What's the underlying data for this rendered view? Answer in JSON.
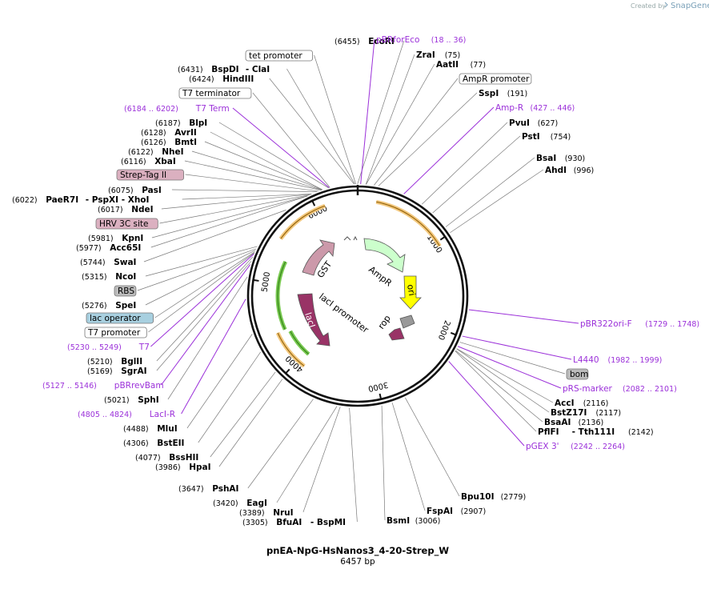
{
  "credit": {
    "created_by": "Created by",
    "brand": "SnapGene"
  },
  "plasmid": {
    "name": "pnEA-NpG-HsNanos3_4-20-Strep_W",
    "length_label": "6457 bp",
    "length": 6457
  },
  "colors": {
    "backbone": "#111111",
    "enzyme_line": "#7a7a7a",
    "primer": "#9b30d9",
    "ampr": "#ccffcc",
    "ori": "#ffff00",
    "laci": "#993366",
    "gst": "#cc99aa",
    "rop": "#999999",
    "orange_arc": "#f2c77d",
    "green_arc": "#78c850"
  },
  "tick_labels": [
    "1000",
    "2000",
    "3000",
    "4000",
    "5000",
    "6000"
  ],
  "features_inner": {
    "ampr": "AmpR",
    "ori": "ori",
    "rop": "rop",
    "laci": "lacI",
    "laci_promoter": "lacI promoter",
    "gst": "GST"
  },
  "labels": [
    {
      "pos": "(6455)",
      "name": "EcoRI",
      "kind": "enzyme"
    },
    {
      "name": "pBRforEco",
      "pos": "(18 .. 36)",
      "kind": "primer"
    },
    {
      "name": "tet promoter",
      "kind": "box-white"
    },
    {
      "name": "ZraI",
      "pos": "(75)",
      "kind": "enzyme"
    },
    {
      "pos": "(6431)",
      "name": "BspDI",
      "extra": "- ClaI",
      "kind": "enzyme"
    },
    {
      "name": "AatII",
      "pos": "(77)",
      "kind": "enzyme"
    },
    {
      "pos": "(6424)",
      "name": "HindIII",
      "kind": "enzyme"
    },
    {
      "name": "AmpR promoter",
      "kind": "box-white"
    },
    {
      "name": "T7 terminator",
      "kind": "box-white"
    },
    {
      "name": "SspI",
      "pos": "(191)",
      "kind": "enzyme"
    },
    {
      "pos": "(6184 .. 6202)",
      "name": "T7 Term",
      "kind": "primer"
    },
    {
      "name": "Amp-R",
      "pos": "(427 .. 446)",
      "kind": "primer"
    },
    {
      "pos": "(6187)",
      "name": "BlpI",
      "kind": "enzyme"
    },
    {
      "name": "PvuI",
      "pos": "(627)",
      "kind": "enzyme"
    },
    {
      "pos": "(6128)",
      "name": "AvrII",
      "kind": "enzyme"
    },
    {
      "name": "PstI",
      "pos": "(754)",
      "kind": "enzyme"
    },
    {
      "pos": "(6126)",
      "name": "BmtI",
      "kind": "enzyme"
    },
    {
      "pos": "(6122)",
      "name": "NheI",
      "kind": "enzyme"
    },
    {
      "name": "BsaI",
      "pos": "(930)",
      "kind": "enzyme"
    },
    {
      "pos": "(6116)",
      "name": "XbaI",
      "kind": "enzyme"
    },
    {
      "name": "AhdI",
      "pos": "(996)",
      "kind": "enzyme"
    },
    {
      "name": "Strep-Tag II",
      "kind": "box-pink"
    },
    {
      "pos": "(6075)",
      "name": "PasI",
      "kind": "enzyme"
    },
    {
      "pos": "(6022)",
      "name": "PaeR7I",
      "extra": "- PspXI   - XhoI",
      "kind": "enzyme"
    },
    {
      "pos": "(6017)",
      "name": "NdeI",
      "kind": "enzyme"
    },
    {
      "name": "HRV 3C site",
      "kind": "box-pink"
    },
    {
      "pos": "(5981)",
      "name": "KpnI",
      "kind": "enzyme"
    },
    {
      "pos": "(5977)",
      "name": "Acc65I",
      "kind": "enzyme"
    },
    {
      "pos": "(5744)",
      "name": "SwaI",
      "kind": "enzyme"
    },
    {
      "pos": "(5315)",
      "name": "NcoI",
      "kind": "enzyme"
    },
    {
      "name": "RBS",
      "kind": "box-gray"
    },
    {
      "pos": "(5276)",
      "name": "SpeI",
      "kind": "enzyme"
    },
    {
      "name": "lac operator",
      "kind": "box-blue"
    },
    {
      "name": "pBR322ori-F",
      "pos": "(1729 .. 1748)",
      "kind": "primer"
    },
    {
      "name": "T7 promoter",
      "kind": "box-white"
    },
    {
      "pos": "(5230 .. 5249)",
      "name": "T7",
      "kind": "primer"
    },
    {
      "name": "L4440",
      "pos": "(1982 .. 1999)",
      "kind": "primer"
    },
    {
      "pos": "(5210)",
      "name": "BglII",
      "kind": "enzyme"
    },
    {
      "pos": "(5169)",
      "name": "SgrAI",
      "kind": "enzyme"
    },
    {
      "name": "bom",
      "kind": "box-gray"
    },
    {
      "pos": "(5127 .. 5146)",
      "name": "pBRrevBam",
      "kind": "primer"
    },
    {
      "name": "pRS-marker",
      "pos": "(2082 .. 2101)",
      "kind": "primer"
    },
    {
      "pos": "(5021)",
      "name": "SphI",
      "kind": "enzyme"
    },
    {
      "name": "AccI",
      "pos": "(2116)",
      "kind": "enzyme"
    },
    {
      "pos": "(4805 .. 4824)",
      "name": "LacI-R",
      "kind": "primer"
    },
    {
      "name": "BstZ17I",
      "pos": "(2117)",
      "kind": "enzyme"
    },
    {
      "name": "BsaAI",
      "pos": "(2136)",
      "kind": "enzyme"
    },
    {
      "pos": "(4488)",
      "name": "MluI",
      "kind": "enzyme"
    },
    {
      "name": "PflFI",
      "extra": "- Tth111I",
      "pos": "(2142)",
      "kind": "enzyme"
    },
    {
      "pos": "(4306)",
      "name": "BstEII",
      "kind": "enzyme"
    },
    {
      "name": "pGEX 3'",
      "pos": "(2242 .. 2264)",
      "kind": "primer"
    },
    {
      "pos": "(4077)",
      "name": "BssHII",
      "kind": "enzyme"
    },
    {
      "pos": "(3986)",
      "name": "HpaI",
      "kind": "enzyme"
    },
    {
      "pos": "(3647)",
      "name": "PshAI",
      "kind": "enzyme"
    },
    {
      "name": "Bpu10I",
      "pos": "(2779)",
      "kind": "enzyme"
    },
    {
      "pos": "(3420)",
      "name": "EagI",
      "kind": "enzyme"
    },
    {
      "pos": "(3389)",
      "name": "NruI",
      "kind": "enzyme"
    },
    {
      "name": "FspAI",
      "pos": "(2907)",
      "kind": "enzyme"
    },
    {
      "pos": "(3305)",
      "name": "BfuAI",
      "extra": "- BspMI",
      "kind": "enzyme"
    },
    {
      "name": "BsmI",
      "pos": "(3006)",
      "kind": "enzyme"
    }
  ]
}
